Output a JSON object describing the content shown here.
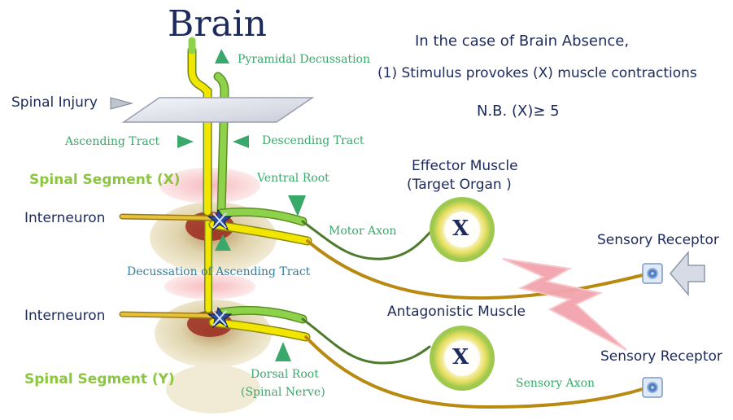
{
  "title": "Brain",
  "note": {
    "line1": "In the case of Brain Absence,",
    "line2": "(1) Stimulus provokes (X) muscle contractions",
    "line3": "N.B. (X)≥ 5"
  },
  "labels": {
    "pyramidal_decussation": "Pyramidal Decussation",
    "spinal_injury": "Spinal Injury",
    "ascending_tract": "Ascending Tract",
    "descending_tract": "Descending Tract",
    "spinal_segment_x": "Spinal Segment (X)",
    "ventral_root": "Ventral Root",
    "effector_muscle": "Effector Muscle",
    "target_organ": "(Target Organ )",
    "interneuron_1": "Interneuron",
    "motor_axon": "Motor Axon",
    "sensory_receptor_1": "Sensory Receptor",
    "decussation_ascending": "Decussation of Ascending Tract",
    "interneuron_2": "Interneuron",
    "antagonistic_muscle": "Antagonistic Muscle",
    "sensory_receptor_2": "Sensory Receptor",
    "spinal_segment_y": "Spinal Segment (Y)",
    "dorsal_root": "Dorsal Root",
    "spinal_nerve": "(Spinal Nerve)",
    "sensory_axon": "Sensory Axon"
  },
  "muscle_marks": {
    "effector": "X",
    "antagonistic": "X"
  },
  "colors": {
    "navy": "#1c2a5c",
    "label_green": "#3aa86b",
    "segment_green": "#8cc63f",
    "nerve_yellow": "#f2e600",
    "nerve_green": "#8ed14b",
    "axon_gold": "#d1a21c",
    "bolt_pink": "#f3a4ad"
  }
}
